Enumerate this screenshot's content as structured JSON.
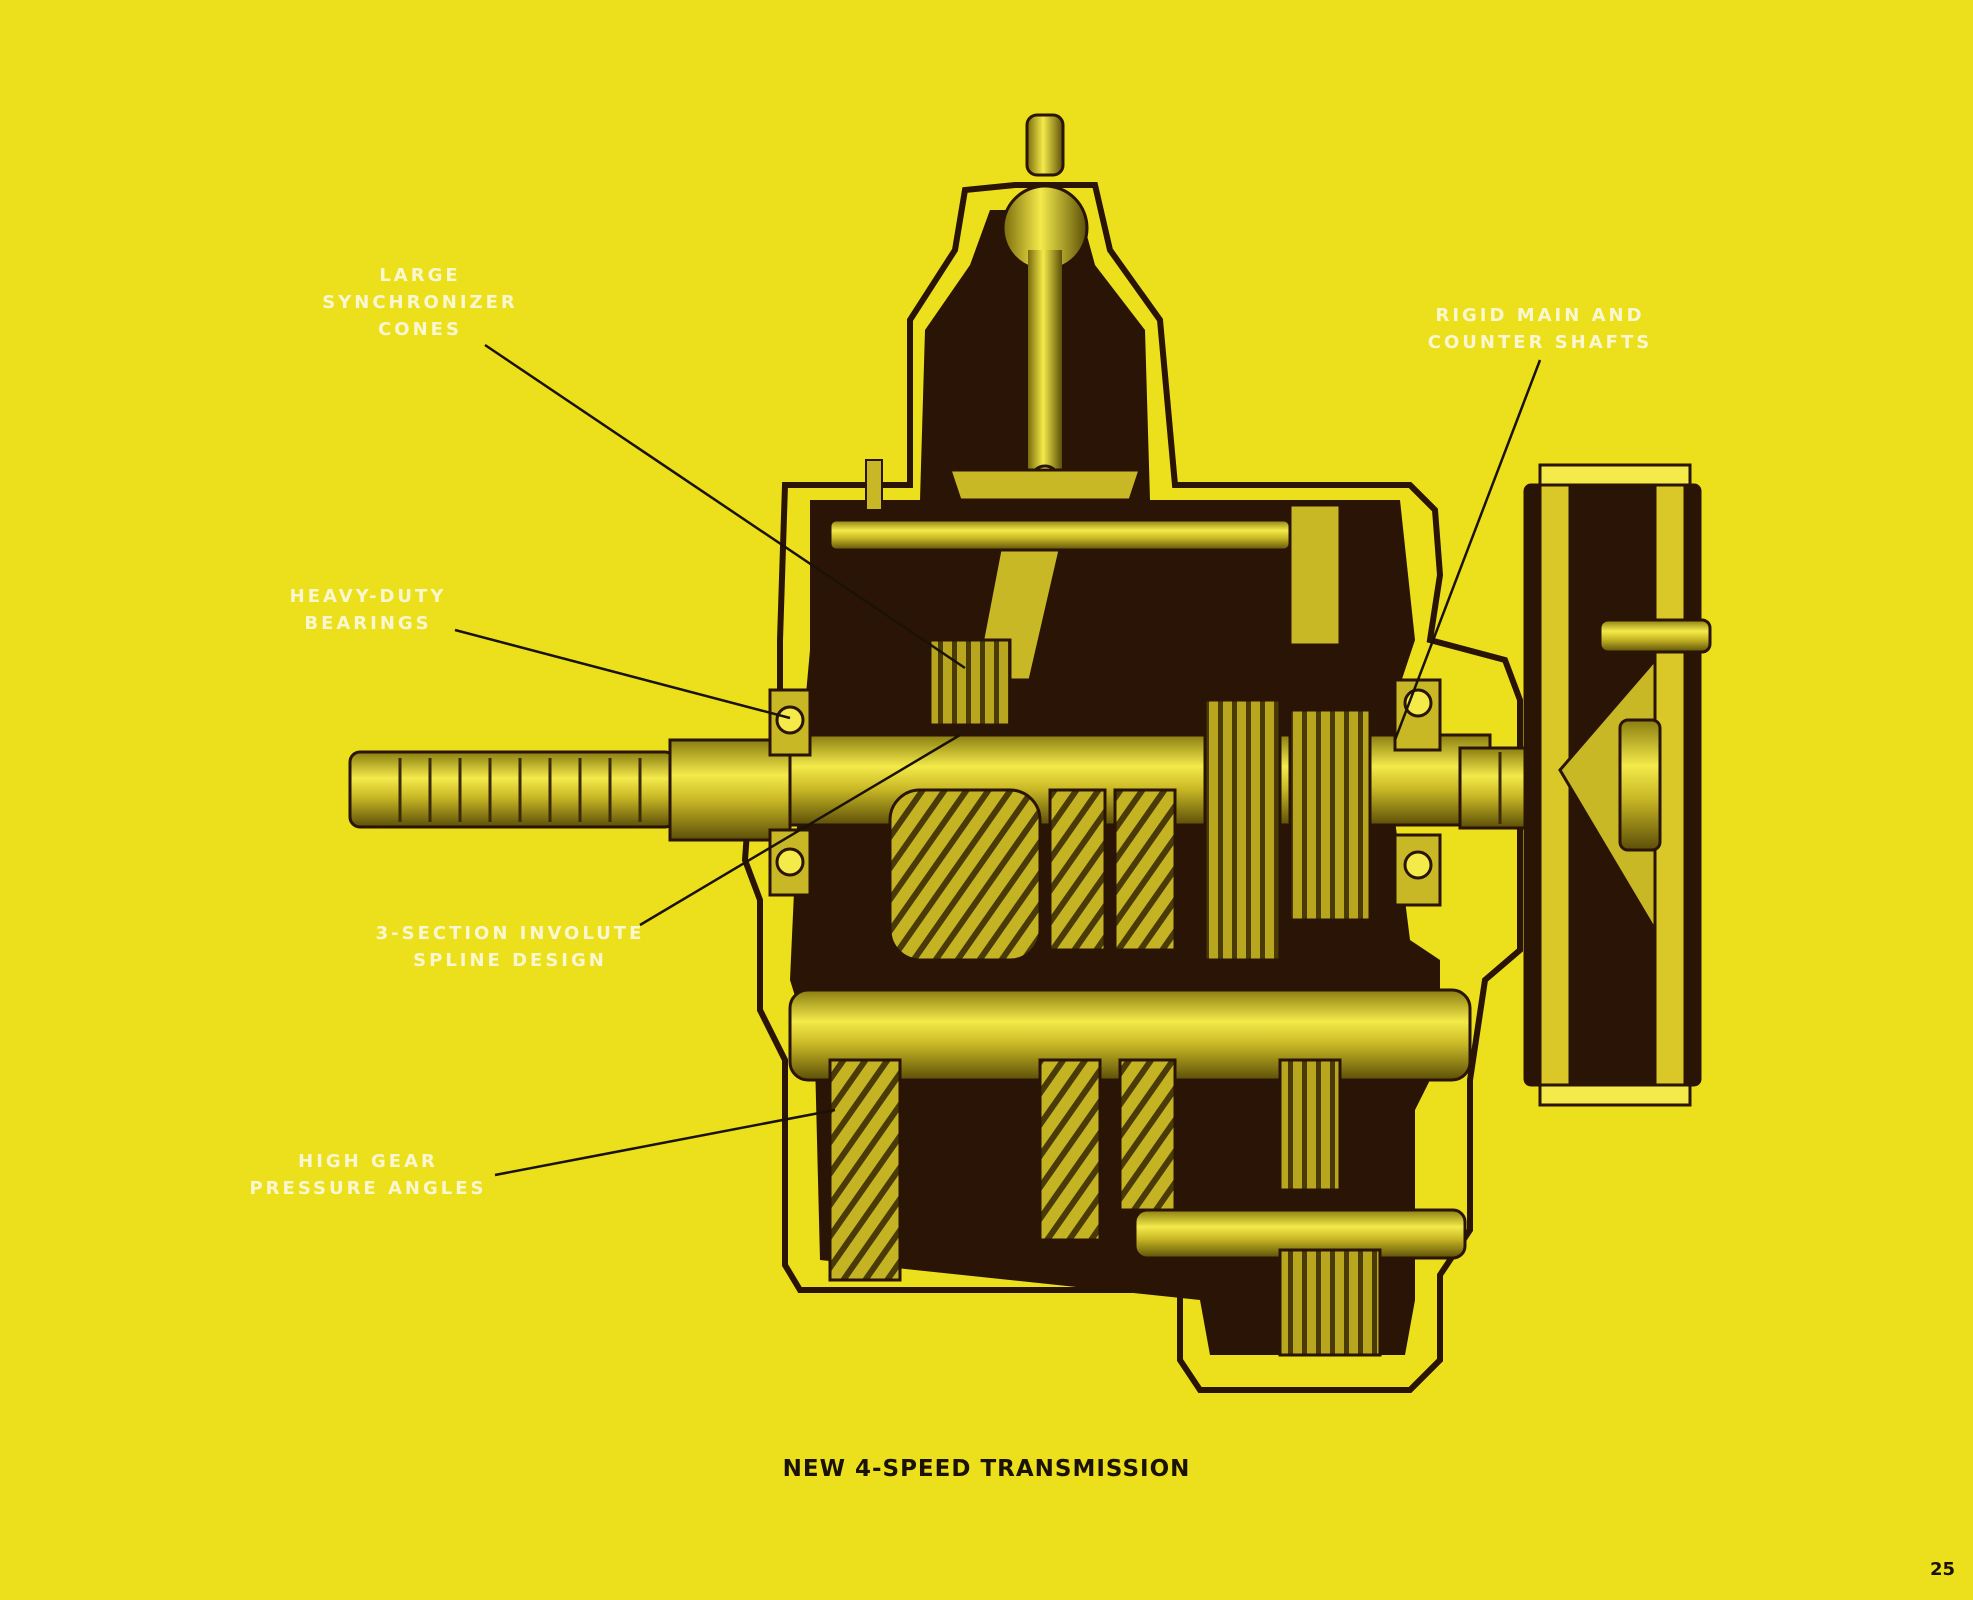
{
  "callouts": {
    "sync_cones": {
      "line1": "LARGE",
      "line2": "SYNCHRONIZER",
      "line3": "CONES"
    },
    "bearings": {
      "line1": "HEAVY-DUTY",
      "line2": "BEARINGS"
    },
    "spline": {
      "line1": "3-SECTION INVOLUTE",
      "line2": "SPLINE DESIGN"
    },
    "high_gear": {
      "line1": "HIGH GEAR",
      "line2": "PRESSURE ANGLES"
    },
    "shafts": {
      "line1": "RIGID MAIN AND",
      "line2": "COUNTER SHAFTS"
    }
  },
  "caption": "NEW 4-SPEED TRANSMISSION",
  "page_number": "25",
  "colors": {
    "background": "#ecdf1c",
    "ink": "#2a1406",
    "callout_text": "#fbf7d2",
    "metal": "#c9b825"
  }
}
